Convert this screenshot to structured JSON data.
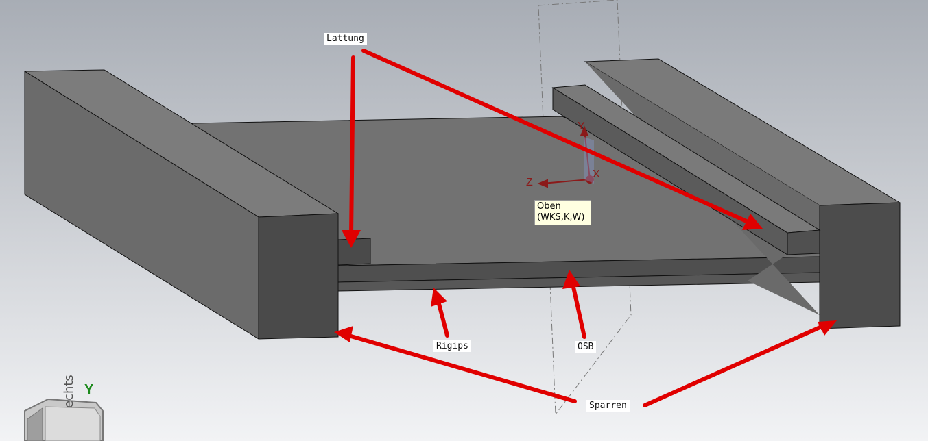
{
  "annotations": {
    "lattung": "Lattung",
    "rigips": "Rigips",
    "osb": "OSB",
    "sparren": "Sparren"
  },
  "tooltip": {
    "line1": "Oben",
    "line2": "(WKS,K,W)"
  },
  "triad": {
    "x": "X",
    "y": "Y",
    "z": "Z"
  },
  "view_cube": {
    "axis": "Y",
    "face": "echts"
  },
  "colors": {
    "background_top": "#a8adb5",
    "background_bottom": "#f2f3f5",
    "model_dark": "#4a4a4a",
    "model_mid": "#6f6f6f",
    "model_top": "#7c7c7c",
    "arrow": "#e00000",
    "triad": "#8b1a1a",
    "tooltip_bg": "#ffffe1"
  }
}
